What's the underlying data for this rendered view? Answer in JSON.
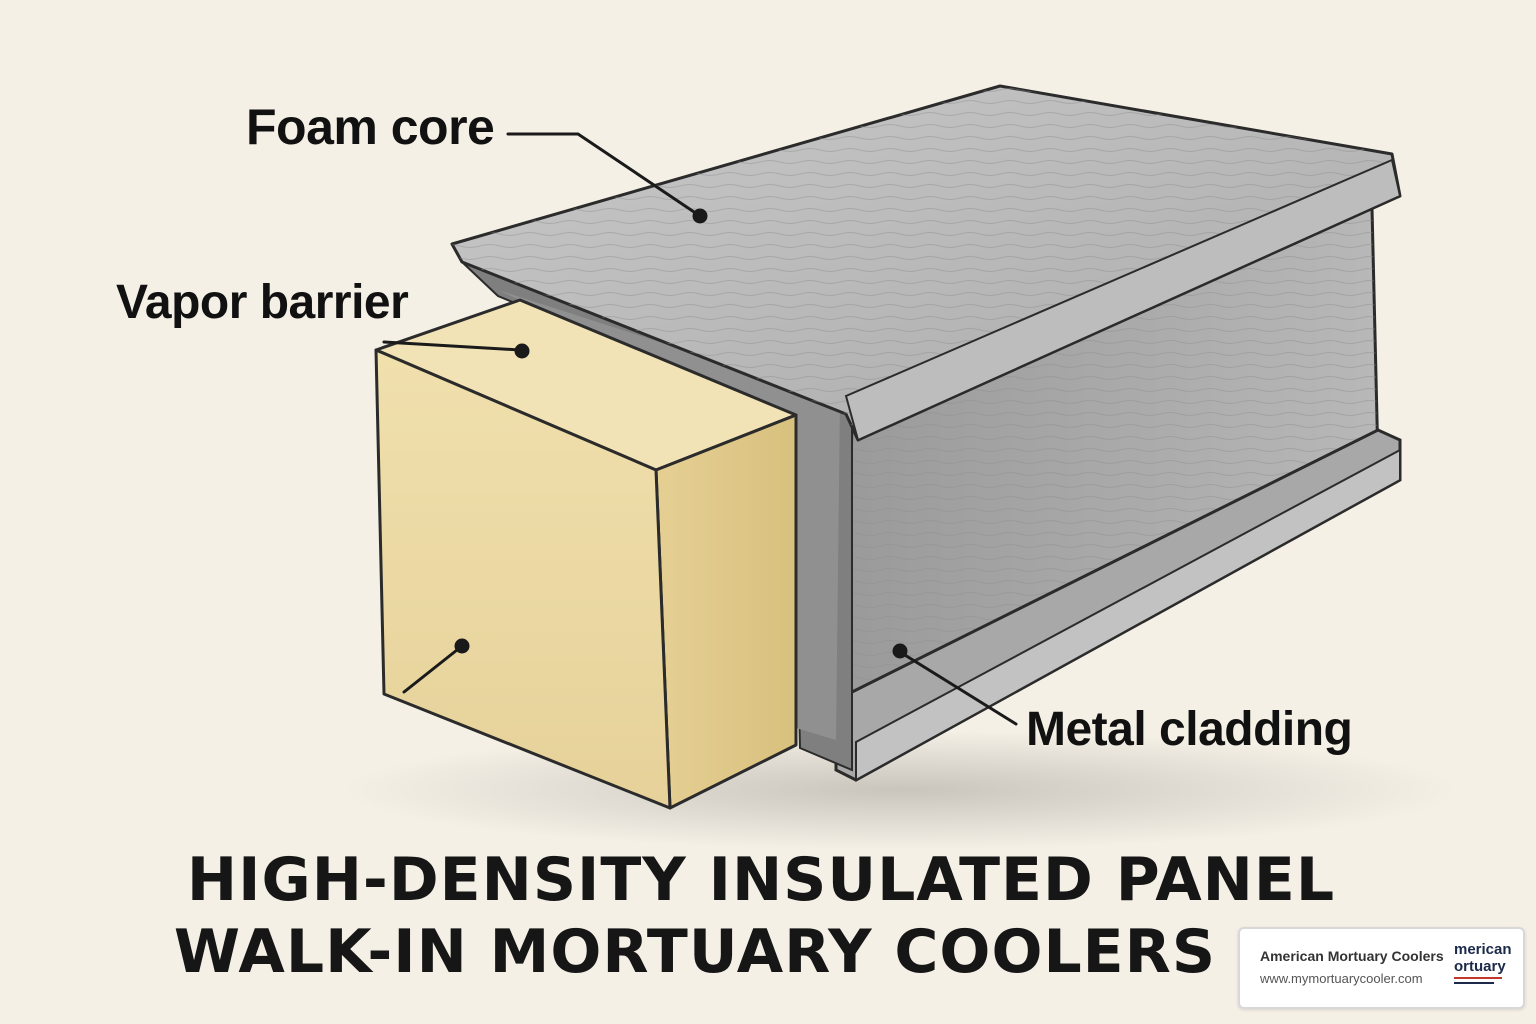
{
  "labels": {
    "foam_core": "Foam core",
    "vapor_barrier": "Vapor barrier",
    "metal_cladding": "Metal cladding"
  },
  "title": {
    "line1": "HIGH-DENSITY INSULATED PANEL",
    "line2": "WALK-IN MORTUARY COOLERS"
  },
  "brand": {
    "name": "American Mortuary Coolers",
    "url": "www.mymortuarycooler.com",
    "logo_line1": "merican",
    "logo_line2": "ortuary"
  },
  "colors": {
    "background": "#f5f0e6",
    "foam": "#ead9a6",
    "metal": "#b9b9b9",
    "vapor_barrier": "#8e8e8e"
  }
}
